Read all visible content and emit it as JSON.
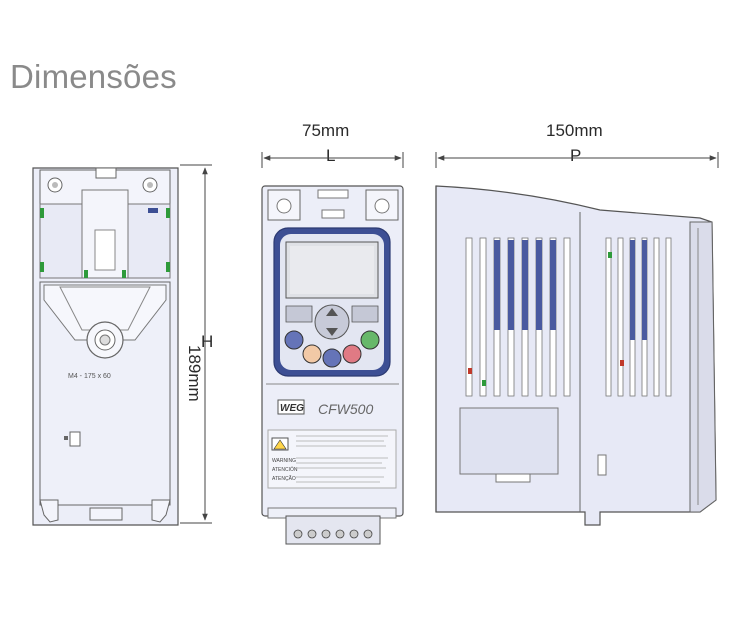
{
  "title": "Dimensões",
  "dimensions": {
    "width": {
      "value": "75mm",
      "letter": "L"
    },
    "depth": {
      "value": "150mm",
      "letter": "P"
    },
    "height": {
      "value": "189mm",
      "letter": "H"
    }
  },
  "front_view": {
    "mount_label": "M4 - 175 x 60"
  },
  "device": {
    "brand": "WEG",
    "model": "CFW500",
    "warning_title_1": "WARNING",
    "warning_title_2": "ATENCIÓN",
    "warning_title_3": "ATENÇÃO"
  },
  "colors": {
    "keypad_frame": "#3d4f94",
    "body_fill": "#e7e9f6",
    "outline": "#555555",
    "green_clip": "#2e9a3a",
    "dim_line": "#444444"
  }
}
